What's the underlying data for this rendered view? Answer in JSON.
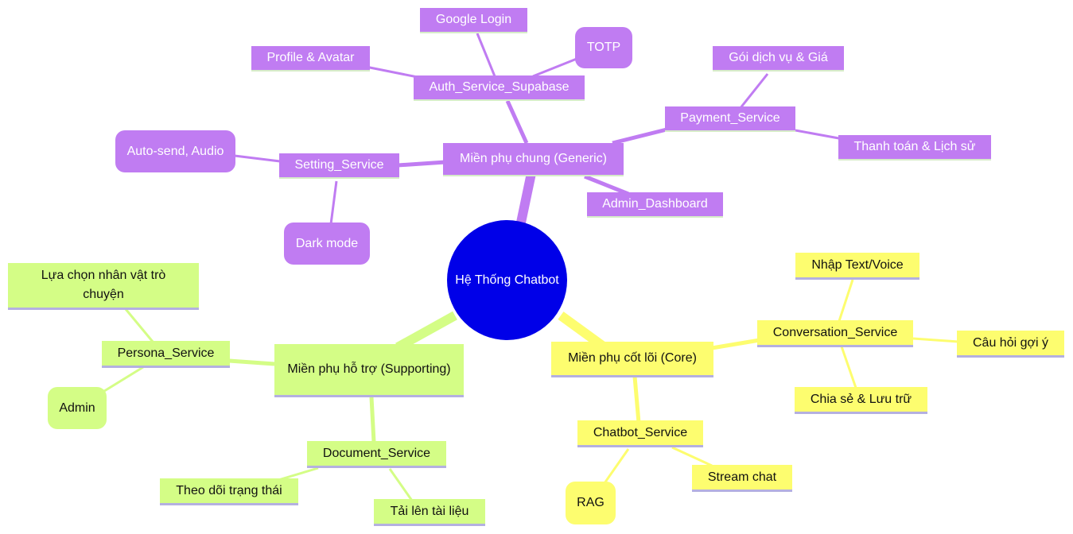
{
  "diagram": {
    "root": {
      "label": "Hệ Thống Chatbot"
    },
    "generic": {
      "label": "Miền phụ chung (Generic)",
      "auth": {
        "label": "Auth_Service_Supabase",
        "children": [
          "Google Login",
          "TOTP",
          "Profile & Avatar"
        ]
      },
      "payment": {
        "label": "Payment_Service",
        "children": [
          "Gói dịch vụ & Giá",
          "Thanh toán & Lịch sử"
        ]
      },
      "setting": {
        "label": "Setting_Service",
        "children": [
          "Auto-send, Audio",
          "Dark mode"
        ]
      },
      "admin": {
        "label": "Admin_Dashboard"
      }
    },
    "core": {
      "label": "Miền phụ cốt lõi (Core)",
      "conversation": {
        "label": "Conversation_Service",
        "children": [
          "Nhập Text/Voice",
          "Câu hỏi gợi ý",
          "Chia sẻ & Lưu trữ"
        ]
      },
      "chatbot": {
        "label": "Chatbot_Service",
        "children": [
          "Stream chat",
          "RAG"
        ]
      }
    },
    "supporting": {
      "label": "Miền phụ hỗ trợ (Supporting)",
      "persona": {
        "label": "Persona_Service",
        "children": [
          "Lựa chọn nhân vật trò chuyện",
          "Admin"
        ]
      },
      "document": {
        "label": "Document_Service",
        "children": [
          "Theo dõi trạng thái",
          "Tải lên tài liệu"
        ]
      }
    },
    "colors": {
      "root": "#0000e8",
      "generic": "#c07cf2",
      "core": "#fdfd6f",
      "supporting": "#d4fd86"
    }
  }
}
